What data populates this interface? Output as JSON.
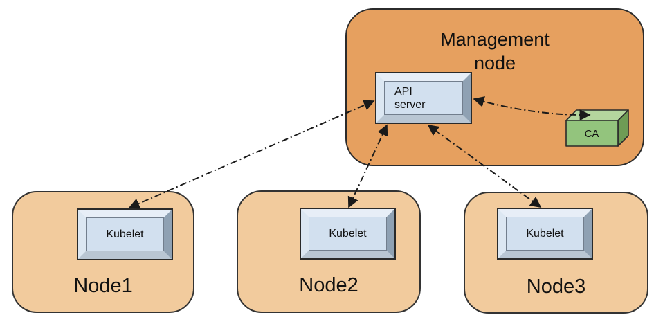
{
  "colors": {
    "canvas-bg": "#FFFFFF",
    "management-fill": "#E6A05F",
    "management-border": "#2B2B2B",
    "node-fill": "#F2CB9D",
    "node-border": "#333333",
    "bevel-face": "#D2E0EF",
    "bevel-top": "#E7EEF7",
    "bevel-left": "#DCE7F2",
    "bevel-right": "#8FA1B3",
    "bevel-bottom": "#B9C6D3",
    "ca-front": "#93C47D",
    "ca-top": "#B5D69E",
    "ca-side": "#6E9C55",
    "arrow": "#1A1A1A",
    "text": "#111111"
  },
  "diagram": {
    "management_node": {
      "label": "Management\nnode"
    },
    "api_server": {
      "label": "API\nserver"
    },
    "ca": {
      "label": "CA"
    },
    "nodes": [
      {
        "label": "Node1",
        "component": "Kubelet"
      },
      {
        "label": "Node2",
        "component": "Kubelet"
      },
      {
        "label": "Node3",
        "component": "Kubelet"
      }
    ],
    "connections": [
      {
        "from": "api-server",
        "to": "kubelet-node1",
        "style": "dash-dot",
        "bidirectional": true
      },
      {
        "from": "api-server",
        "to": "kubelet-node2",
        "style": "dash-dot",
        "bidirectional": true
      },
      {
        "from": "api-server",
        "to": "kubelet-node3",
        "style": "dash-dot",
        "bidirectional": true
      },
      {
        "from": "api-server",
        "to": "ca",
        "style": "dash-dot",
        "bidirectional": true
      }
    ]
  }
}
